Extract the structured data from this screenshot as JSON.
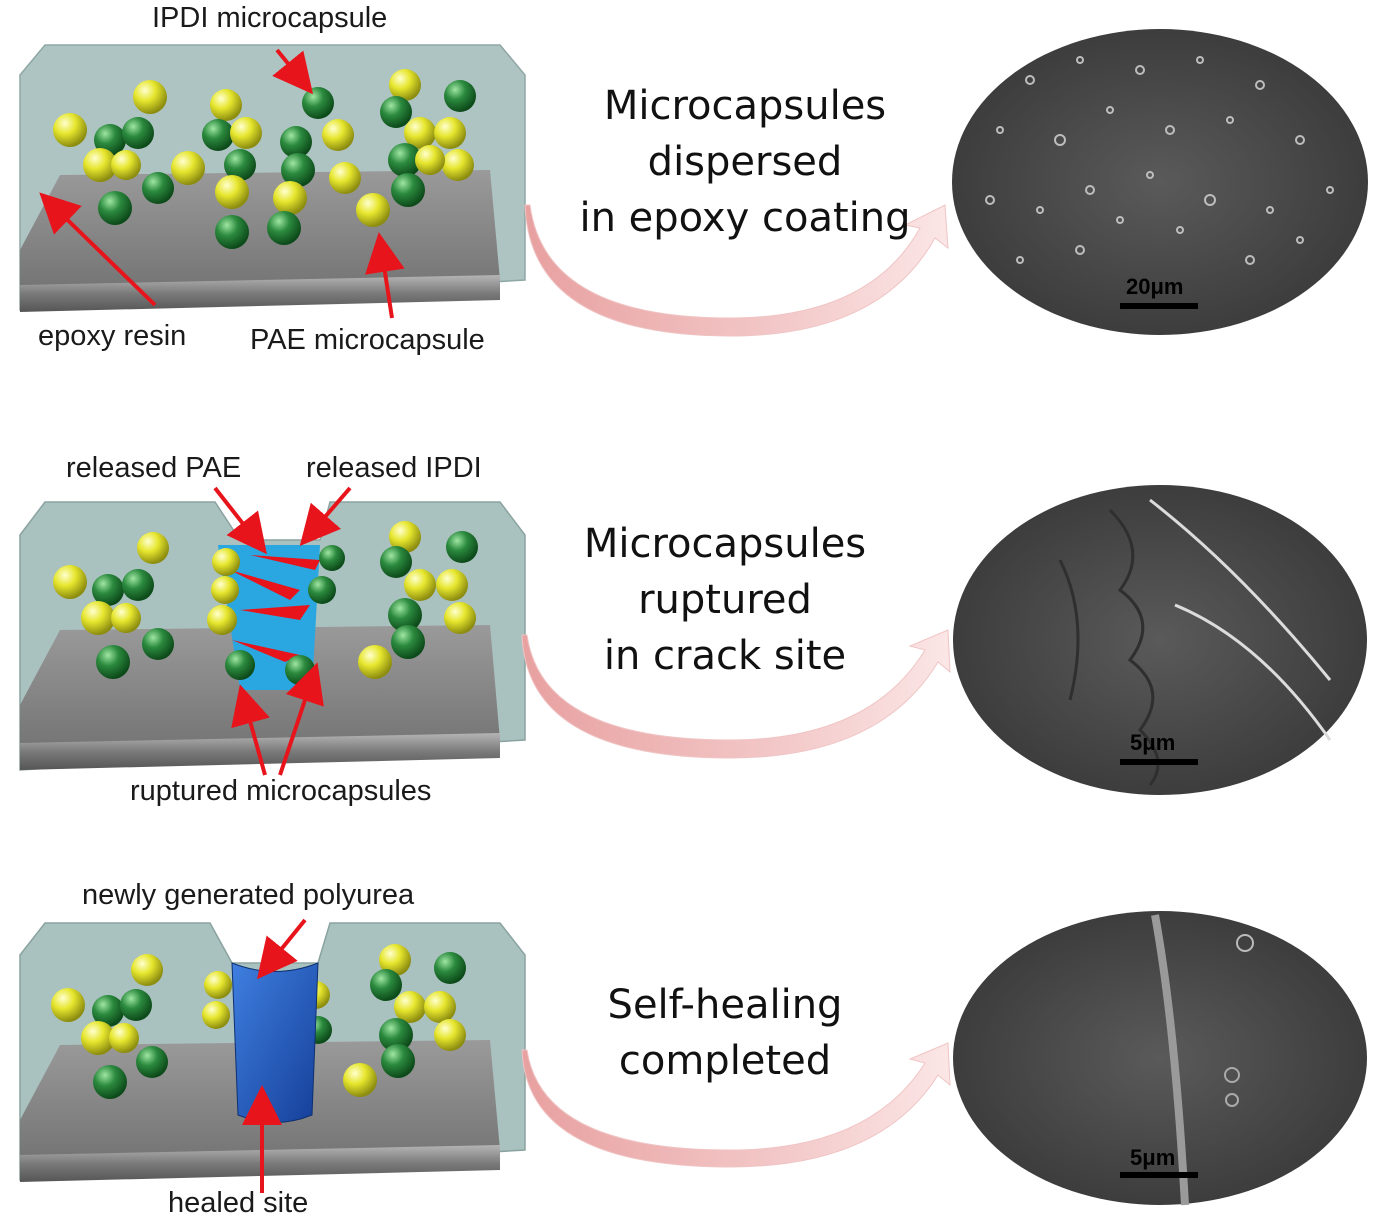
{
  "panels": [
    {
      "id": "dispersed",
      "labels": {
        "ipdi_microcapsule": "IPDI microcapsule",
        "epoxy_resin": "epoxy resin",
        "pae_microcapsule": "PAE microcapsule"
      },
      "caption": [
        "Microcapsules",
        "dispersed",
        "in epoxy coating"
      ],
      "scale_bar": "20μm"
    },
    {
      "id": "ruptured",
      "labels": {
        "released_pae": "released PAE",
        "released_ipdi": "released IPDI",
        "ruptured_microcapsules": "ruptured microcapsules"
      },
      "caption": [
        "Microcapsules",
        "ruptured",
        "in crack site"
      ],
      "scale_bar": "5μm"
    },
    {
      "id": "healed",
      "labels": {
        "newly_generated_polyurea": "newly generated polyurea",
        "healed_site": "healed site"
      },
      "caption": [
        "Self-healing",
        "completed"
      ],
      "scale_bar": "5μm"
    }
  ],
  "colors": {
    "epoxy": "#a9c1bf",
    "substrate": "#8d8d8d",
    "ipdi_capsule": "#2b8a3e",
    "pae_capsule": "#e6e62e",
    "arrow": "#e8141c",
    "curved_arrow": "#f2b8b8",
    "sem": "#4a4a4a",
    "polyurea": "#1f54b8"
  }
}
